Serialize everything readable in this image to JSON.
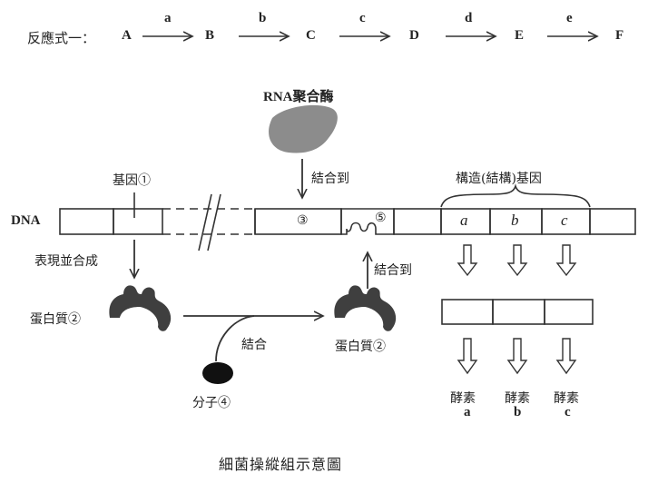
{
  "reaction": {
    "label": "反應式一：",
    "substrates": [
      "A",
      "B",
      "C",
      "D",
      "E",
      "F"
    ],
    "enzymes": [
      "a",
      "b",
      "c",
      "d",
      "e"
    ]
  },
  "rna_polymerase": {
    "label": "RNA聚合酶",
    "color": "#8c8c8c",
    "arrow_label": "結合到"
  },
  "dna": {
    "label": "DNA",
    "gene1_label": "基因①",
    "region3_label": "③",
    "region5_label": "⑤",
    "structural_genes_label": "構造(結構)基因",
    "structural_genes": [
      "a",
      "b",
      "c"
    ]
  },
  "expression_label": "表現並合成",
  "protein": {
    "left_label": "蛋白質②",
    "right_label": "蛋白質②",
    "color": "#3f3f3f",
    "bind_up_label": "結合到"
  },
  "molecule": {
    "label": "分子④",
    "bind_label": "結合",
    "color": "#111111"
  },
  "enzymes_out": [
    {
      "name": "酵素",
      "letter": "a"
    },
    {
      "name": "酵素",
      "letter": "b"
    },
    {
      "name": "酵素",
      "letter": "c"
    }
  ],
  "caption": "細菌操縱組示意圖"
}
